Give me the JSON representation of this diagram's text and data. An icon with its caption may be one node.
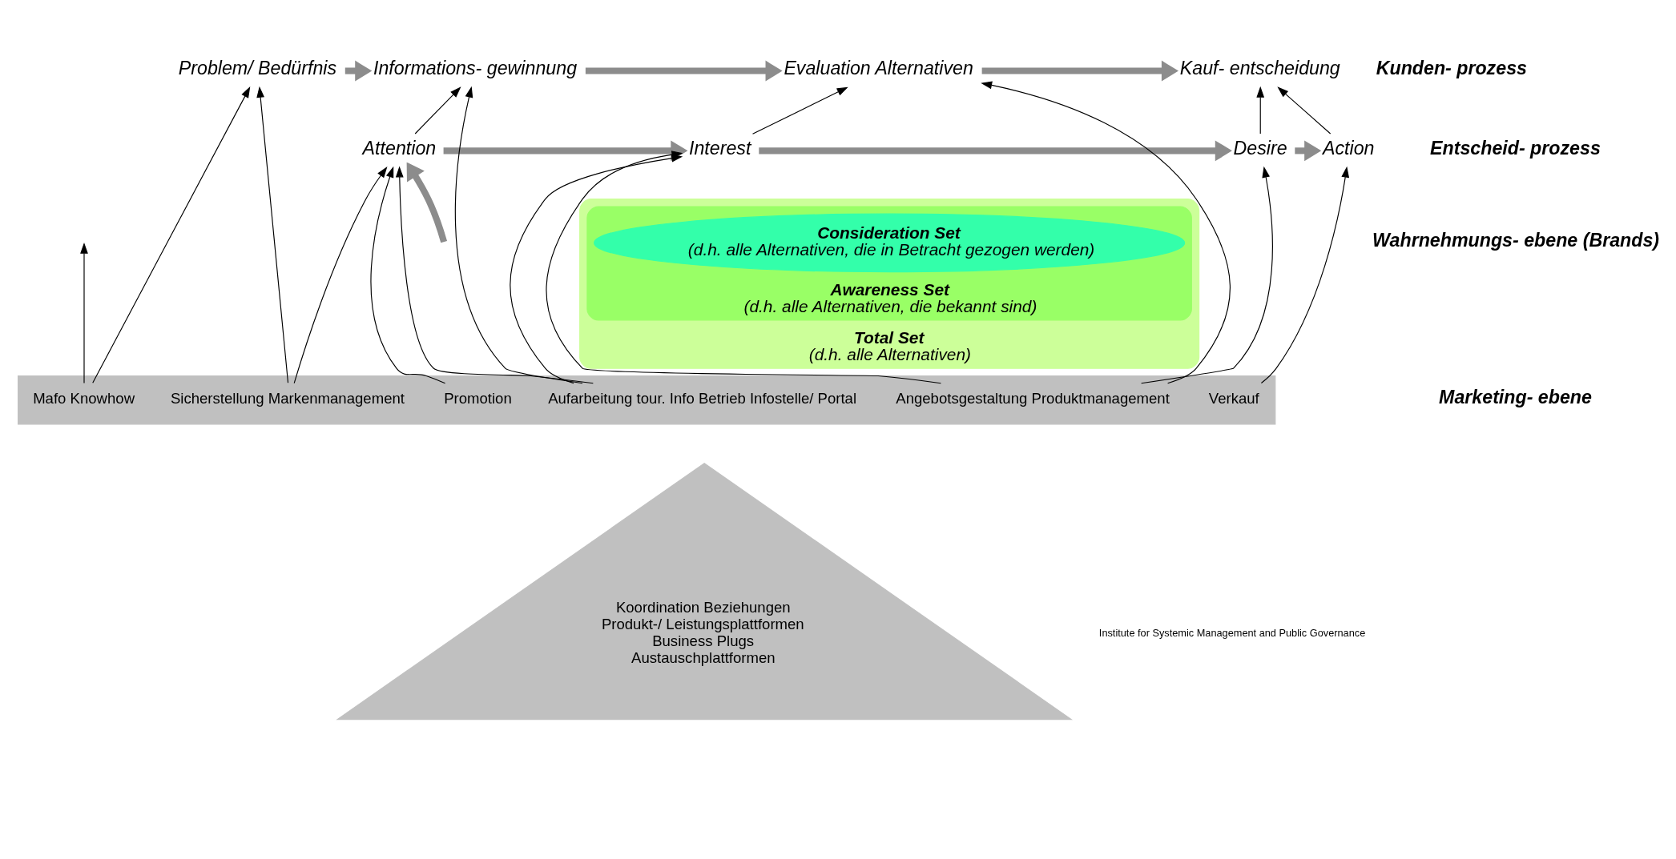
{
  "diagram": {
    "nodes": [
      {
        "text": [
          "Problem/ Bedürfnis"
        ]
      },
      {
        "text": [
          "Informations- gewinnung"
        ]
      },
      {
        "text": [
          "Evaluation Alternativen"
        ]
      },
      {
        "text": [
          "Kauf- entscheidung"
        ]
      },
      {
        "text": [
          "Attention"
        ]
      },
      {
        "text": [
          "Interest"
        ]
      },
      {
        "text": [
          "Desire"
        ]
      },
      {
        "text": [
          "Action"
        ]
      },
      {
        "text": [
          "Total Set",
          "(d.h. alle Alternativen)"
        ]
      },
      {
        "text": [
          "Awareness Set",
          "(d.h. alle Alternativen, die bekannt sind)"
        ],
        "in": 8
      },
      {
        "text": [
          "Consideration Set",
          "(d.h. alle Alternativen, die in Betracht gezogen werden)"
        ],
        "in": 9
      },
      {
        "text": [],
        "shape": "bar"
      },
      {
        "text": [
          "Mafo Knowhow"
        ],
        "in": 11
      },
      {
        "text": [
          "Sicherstellung Markenmanagement"
        ],
        "in": 11
      },
      {
        "text": [
          "Promotion"
        ],
        "in": 11
      },
      {
        "text": [
          "Aufarbeitung tour. Info Betrieb Infostelle/ Portal"
        ],
        "in": 11
      },
      {
        "text": [
          "Angebotsgestaltung Produktmanagement"
        ],
        "in": 11
      },
      {
        "text": [
          "Verkauf"
        ],
        "in": 11
      },
      {
        "text": [
          "Koordination Beziehungen",
          "Produkt-/ Leistungsplattformen",
          "Business Plugs",
          "Austauschplattformen"
        ]
      }
    ],
    "edges": [
      {
        "from": 0,
        "to": 1,
        "arrow": "to",
        "style": "thick",
        "color": "#8c8c8c"
      },
      {
        "from": 1,
        "to": 2,
        "arrow": "to",
        "style": "thick",
        "color": "#8c8c8c"
      },
      {
        "from": 2,
        "to": 3,
        "arrow": "to",
        "style": "thick",
        "color": "#8c8c8c"
      },
      {
        "from": null,
        "to": 4,
        "arrow": "to",
        "style": "thick",
        "color": "#8c8c8c"
      },
      {
        "from": 4,
        "to": 5,
        "arrow": "to",
        "style": "thick",
        "color": "#8c8c8c"
      },
      {
        "from": 5,
        "to": 6,
        "arrow": "to",
        "style": "thick",
        "color": "#8c8c8c"
      },
      {
        "from": 6,
        "to": 7,
        "arrow": "to",
        "style": "thick",
        "color": "#8c8c8c"
      },
      {
        "from": 4,
        "to": 1,
        "arrow": "to"
      },
      {
        "from": 5,
        "to": 2,
        "arrow": "to"
      },
      {
        "from": 6,
        "to": 3,
        "arrow": "to"
      },
      {
        "from": 7,
        "to": 3,
        "arrow": "to"
      },
      {
        "from": 12,
        "to": 0,
        "arrow": "to"
      },
      {
        "from": 12,
        "to": null,
        "arrow": "to"
      },
      {
        "from": 13,
        "to": 0,
        "arrow": "to"
      },
      {
        "from": 13,
        "to": 4,
        "arrow": "to"
      },
      {
        "from": 14,
        "to": 4,
        "arrow": "to"
      },
      {
        "from": 15,
        "to": 4,
        "arrow": "to"
      },
      {
        "from": 15,
        "to": 1,
        "arrow": "to"
      },
      {
        "from": 15,
        "to": 5,
        "arrow": "to"
      },
      {
        "from": 16,
        "to": 5,
        "arrow": "to"
      },
      {
        "from": 16,
        "to": 2,
        "arrow": "to"
      },
      {
        "from": 16,
        "to": 6,
        "arrow": "to"
      },
      {
        "from": 17,
        "to": 7,
        "arrow": "to"
      }
    ],
    "labels": [
      "Kunden- prozess",
      "Entscheid- prozess",
      "Wahrnehmungs- ebene (Brands)",
      "Marketing- ebene",
      "Institute for Systemic Management and Public Governance"
    ]
  }
}
